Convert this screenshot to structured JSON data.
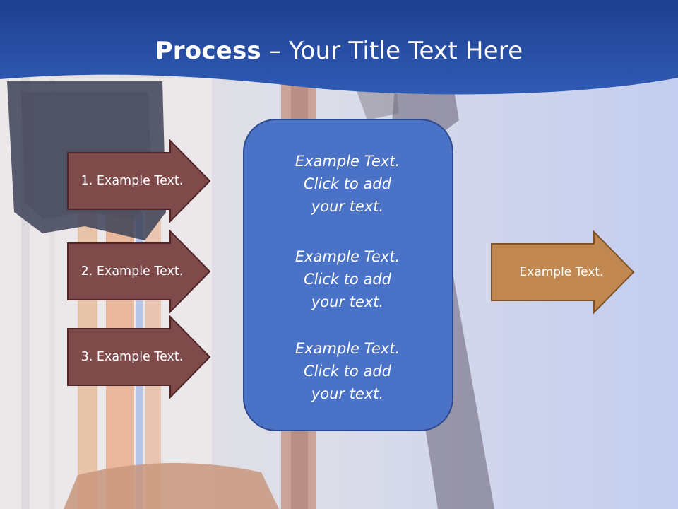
{
  "title": {
    "bold": "Process",
    "rest": " – Your Title Text Here"
  },
  "left_arrows": [
    "1. Example Text.",
    "2. Example Text.",
    "3. Example Text."
  ],
  "center_box": {
    "blocks": [
      [
        "Example Text.",
        "Click  to add",
        "your text."
      ],
      [
        "Example Text.",
        "Click  to add",
        "your text."
      ],
      [
        "Example Text.",
        "Click  to add",
        "your text."
      ]
    ]
  },
  "right_arrow": "Example Text.",
  "colors": {
    "header": "#2a53a8",
    "left_arrow_fill": "#7e4a4a",
    "center_box_fill": "#4a72c6",
    "right_arrow_fill": "#c08850"
  }
}
